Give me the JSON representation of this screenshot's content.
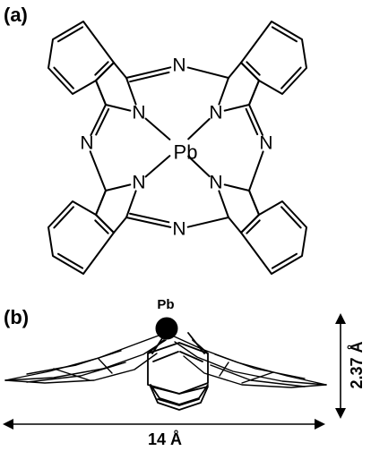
{
  "panel_a": {
    "label": "(a)",
    "atoms": {
      "metal": "Pb",
      "n_pyrrole_tl": "N",
      "n_pyrrole_tr": "N",
      "n_pyrrole_bl": "N",
      "n_pyrrole_br": "N",
      "n_bridge_top": "N",
      "n_bridge_left": "N",
      "n_bridge_right": "N",
      "n_bridge_bottom": "N"
    }
  },
  "panel_b": {
    "label": "(b)",
    "metal_label": "Pb",
    "height_label": "2.37 Å",
    "width_label": "14 Å"
  }
}
